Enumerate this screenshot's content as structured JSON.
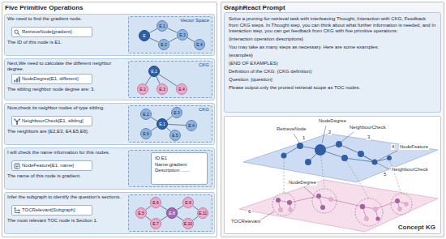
{
  "diagram": {
    "nodes": [
      {
        "text": [
          "Five Primitive Operations"
        ]
      },
      {
        "text": [
          "We need to find the gradient node.",
          "The ID of this node is E1."
        ],
        "in": 0
      },
      {
        "text": [
          "RetrieveNode[gradient]"
        ],
        "in": 1
      },
      {
        "text": [
          "Vector Space"
        ],
        "in": 1
      },
      {
        "text": [
          "E"
        ],
        "in": 3
      },
      {
        "text": [
          "E.1"
        ],
        "in": 3
      },
      {
        "text": [
          "E.2"
        ],
        "in": 3
      },
      {
        "text": [
          "E.3"
        ],
        "in": 3
      },
      {
        "text": [
          "E.4"
        ],
        "in": 3
      },
      {
        "text": [
          "Next,We need to calculate the different neighbor degree.",
          "The sibling neighbor node degree are: 3."
        ],
        "in": 0
      },
      {
        "text": [
          "NodeDegree[E1, different]"
        ],
        "in": 9
      },
      {
        "text": [
          "CKG"
        ],
        "in": 9
      },
      {
        "text": [
          "E.1"
        ],
        "in": 11
      },
      {
        "text": [
          "E.2"
        ],
        "in": 11
      },
      {
        "text": [
          "E.3"
        ],
        "in": 11
      },
      {
        "text": [
          "E.4"
        ],
        "in": 11
      },
      {
        "text": [
          "Now,check its neighbor nodes of type sibling.",
          "The neighbors are [E2,E3, E4,E5,E6]."
        ],
        "in": 0
      },
      {
        "text": [
          "NeighbourCheck[E1, sibling]"
        ],
        "in": 16
      },
      {
        "text": [
          "CKG"
        ],
        "in": 16
      },
      {
        "text": [
          "E.1"
        ],
        "in": 18
      },
      {
        "text": [
          "E.2"
        ],
        "in": 18
      },
      {
        "text": [
          "E.3"
        ],
        "in": 18
      },
      {
        "text": [
          "E.4"
        ],
        "in": 18
      },
      {
        "text": [
          "E.5"
        ],
        "in": 18
      },
      {
        "text": [
          "E.6"
        ],
        "in": 18
      },
      {
        "text": [
          "I will check the name information for this nodes.",
          "The name of this node is gradient."
        ],
        "in": 0
      },
      {
        "text": [
          "NodeFeature[E1, name]"
        ],
        "in": 25
      },
      {
        "text": [
          "ID:E1",
          "Name:gradient",
          "Description: ......"
        ],
        "in": 25
      },
      {
        "text": [
          "Infer the subgraph to identify the question's sections.",
          "The most relevant TOC node is Section 1."
        ],
        "in": 0
      },
      {
        "text": [
          "TOCRelevant[Subgraph]"
        ],
        "in": 28
      },
      {
        "text": [
          "E.5"
        ],
        "in": 28
      },
      {
        "text": [
          "E.6"
        ],
        "in": 28
      },
      {
        "text": [
          "E.7"
        ],
        "in": 28
      },
      {
        "text": [
          "E.8"
        ],
        "in": 28
      },
      {
        "text": [
          "E.9"
        ],
        "in": 28
      },
      {
        "text": [
          "E.10"
        ],
        "in": 28
      },
      {
        "text": [
          "E.11"
        ],
        "in": 28
      },
      {
        "text": [
          "GraphReact Prompt"
        ]
      },
      {
        "text": [
          "Solve a pruning-for-retrieval task with interleaving Thought, Interaction with CKG, Feedback from CKG steps. In Thought step, you can think about what further information is needed, and In Interaction step, you can get feedback from CKG with five primitive operations:",
          "{interaction operation descriptions}",
          "You may take as many steps as necessary. Here are some examples:",
          "{examples}",
          "(END OF EXAMPLES)",
          "Definition of the CKG: {CKG definition}",
          "Question: {question}",
          "Please output only the pruned retrieval scope as TOC nodes."
        ],
        "in": 37
      },
      {
        "text": [
          "Concept KG"
        ],
        "in": 37
      }
    ],
    "edges": [
      {
        "from": 4,
        "to": 5,
        "arrow": "none"
      },
      {
        "from": 4,
        "to": 6,
        "arrow": "none"
      },
      {
        "from": 5,
        "to": 7,
        "arrow": "none"
      },
      {
        "from": 6,
        "to": 7,
        "arrow": "none"
      },
      {
        "from": 7,
        "to": 8,
        "arrow": "none"
      },
      {
        "from": 12,
        "to": 13,
        "arrow": "none"
      },
      {
        "from": 12,
        "to": 14,
        "arrow": "none"
      },
      {
        "from": 12,
        "to": 15,
        "arrow": "none"
      },
      {
        "from": 19,
        "to": 20,
        "arrow": "none"
      },
      {
        "from": 19,
        "to": 21,
        "arrow": "none"
      },
      {
        "from": 19,
        "to": 22,
        "arrow": "none"
      },
      {
        "from": 19,
        "to": 23,
        "arrow": "none"
      },
      {
        "from": 19,
        "to": 24,
        "arrow": "none"
      },
      {
        "from": 30,
        "to": 31,
        "arrow": "none"
      },
      {
        "from": 30,
        "to": 32,
        "arrow": "none"
      },
      {
        "from": 31,
        "to": 33,
        "arrow": "none"
      },
      {
        "from": 32,
        "to": 33,
        "arrow": "none"
      },
      {
        "from": 33,
        "to": 34,
        "arrow": "none"
      },
      {
        "from": 33,
        "to": 35,
        "arrow": "none"
      },
      {
        "from": 34,
        "to": 36,
        "arrow": "none"
      },
      {
        "from": 35,
        "to": 36,
        "arrow": "none"
      }
    ],
    "labels": [
      "NodeDegree",
      "RetrieveNode",
      "NeighbourCheck",
      "1",
      "2",
      "3",
      "4",
      "NodeFeature",
      "5",
      "NeighbourCheck",
      "NodeDegree",
      "6",
      "TOCRelevant"
    ]
  }
}
